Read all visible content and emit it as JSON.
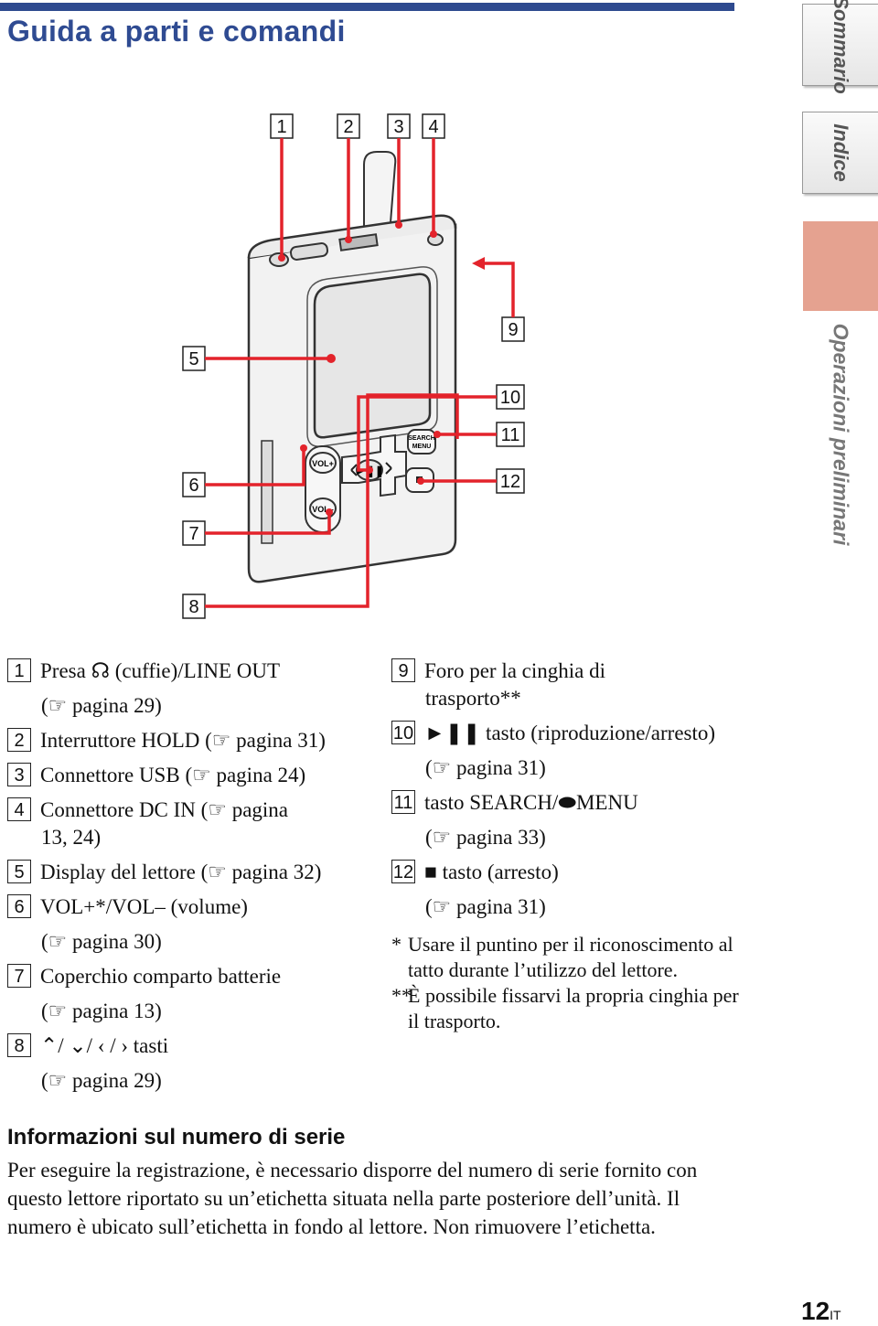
{
  "header": {
    "title": "Guida a parti e comandi"
  },
  "side_tabs": {
    "summary": "Sommario",
    "index": "Indice",
    "section": "Operazioni preliminari"
  },
  "callouts": [
    "1",
    "2",
    "3",
    "4",
    "5",
    "6",
    "7",
    "8",
    "9",
    "10",
    "11",
    "12"
  ],
  "device": {
    "vol_plus": "VOL+",
    "vol_minus": "VOL–",
    "search_menu_1": "SEARCH",
    "search_menu_2": "MENU"
  },
  "legend_left": [
    {
      "num": "1",
      "lines": [
        "Presa ☊ (cuffie)/LINE OUT",
        "(☞ pagina 29)"
      ]
    },
    {
      "num": "2",
      "lines": [
        "Interruttore HOLD (☞ pagina 31)"
      ]
    },
    {
      "num": "3",
      "lines": [
        "Connettore USB (☞ pagina 24)"
      ]
    },
    {
      "num": "4",
      "lines": [
        "Connettore DC IN (☞ pagina",
        "13, 24)"
      ]
    },
    {
      "num": "5",
      "lines": [
        "Display del lettore (☞ pagina 32)"
      ]
    },
    {
      "num": "6",
      "lines": [
        "VOL+*/VOL– (volume)",
        "(☞ pagina 30)"
      ]
    },
    {
      "num": "7",
      "lines": [
        "Coperchio comparto batterie",
        "(☞ pagina 13)"
      ]
    },
    {
      "num": "8",
      "lines": [
        "⌃/ ⌄/ ‹ / › tasti",
        "(☞ pagina 29)"
      ]
    }
  ],
  "legend_right": [
    {
      "num": "9",
      "lines": [
        "Foro per la cinghia di",
        "trasporto**"
      ]
    },
    {
      "num": "10",
      "lines": [
        "►❚❚ tasto (riproduzione/arresto)",
        "(☞ pagina 31)"
      ]
    },
    {
      "num": "11",
      "lines": [
        "tasto SEARCH/⬬MENU",
        "(☞ pagina 33)"
      ]
    },
    {
      "num": "12",
      "lines": [
        "■ tasto (arresto)",
        "(☞ pagina 31)"
      ]
    }
  ],
  "footnotes": [
    {
      "mark": "*",
      "text": "Usare il puntino per il riconoscimento al tatto durante l’utilizzo del lettore."
    },
    {
      "mark": "**",
      "text": "È possibile fissarvi la propria cinghia per il trasporto."
    }
  ],
  "info": {
    "heading": "Informazioni sul numero di serie",
    "body": "Per eseguire la registrazione, è necessario disporre del numero di serie fornito con questo lettore riportato su un’etichetta situata nella parte posteriore dell’unità. Il numero è ubicato sull’etichetta in fondo al lettore. Non rimuovere l’etichetta."
  },
  "page": {
    "number": "12",
    "lang": "IT"
  },
  "colors": {
    "title": "#2f4b92",
    "callout_red": "#e3232b",
    "active_tab": "#e5a290"
  }
}
